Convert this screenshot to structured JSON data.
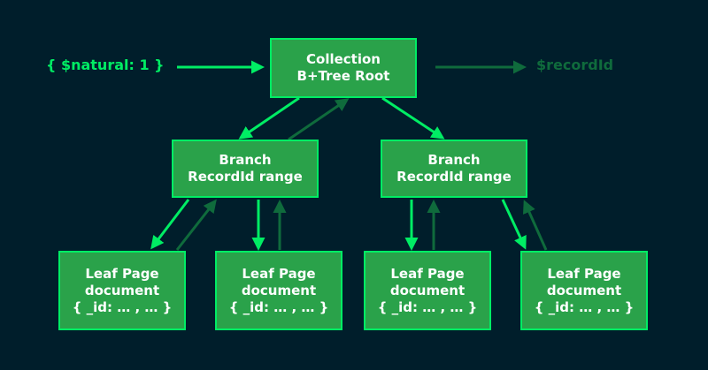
{
  "query_label": "{ $natural: 1 }",
  "output_label": "$recordId",
  "root": {
    "line1": "Collection",
    "line2": "B+Tree Root"
  },
  "branches": [
    {
      "line1": "Branch",
      "line2": "RecordId range"
    },
    {
      "line1": "Branch",
      "line2": "RecordId range"
    }
  ],
  "leaves": [
    {
      "line1": "Leaf Page",
      "line2": "document",
      "line3": "{ _id: … , … }"
    },
    {
      "line1": "Leaf Page",
      "line2": "document",
      "line3": "{ _id: … , … }"
    },
    {
      "line1": "Leaf Page",
      "line2": "document",
      "line3": "{ _id: … , … }"
    },
    {
      "line1": "Leaf Page",
      "line2": "document",
      "line3": "{ _id: … , … }"
    }
  ],
  "colors": {
    "background": "#001e2b",
    "box_fill": "#2aa24a",
    "bright_arrow": "#00ed64",
    "dim_arrow": "#0f6b3c"
  }
}
